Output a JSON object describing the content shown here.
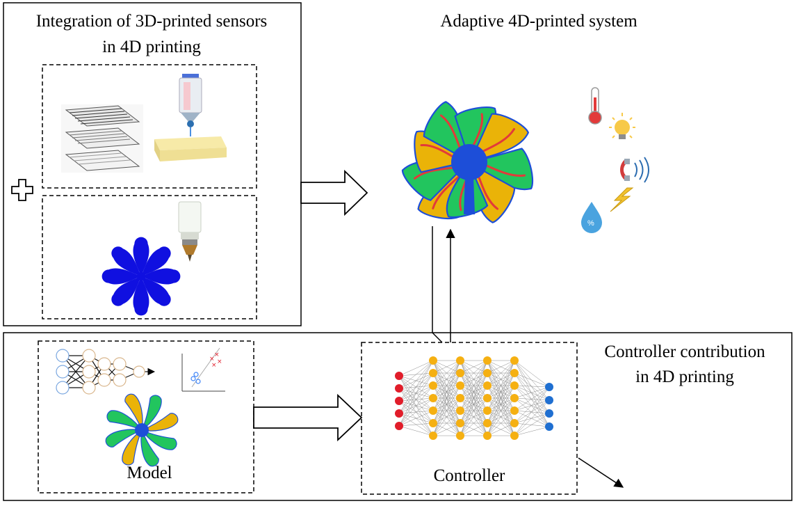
{
  "panels": {
    "sensors": {
      "title_line1": "Integration of 3D-printed sensors",
      "title_line2": "in 4D printing"
    },
    "system": {
      "title": "Adaptive 4D-printed system"
    },
    "controller": {
      "title_line1": "Controller contribution",
      "title_line2": "in 4D printing"
    }
  },
  "boxes": {
    "model_label": "Model",
    "controller_label": "Controller"
  },
  "icons": [
    "thermometer-icon",
    "light-bulb-icon",
    "magnet-icon",
    "humidity-drop-icon",
    "lightning-icon"
  ],
  "colors": {
    "flower_blue": "#1010e0",
    "mesh_green": "#22c55e",
    "mesh_yellow": "#eab308",
    "neuron_red": "#e11d2a",
    "neuron_orange": "#f5b012",
    "neuron_blue": "#1f6fd1"
  }
}
